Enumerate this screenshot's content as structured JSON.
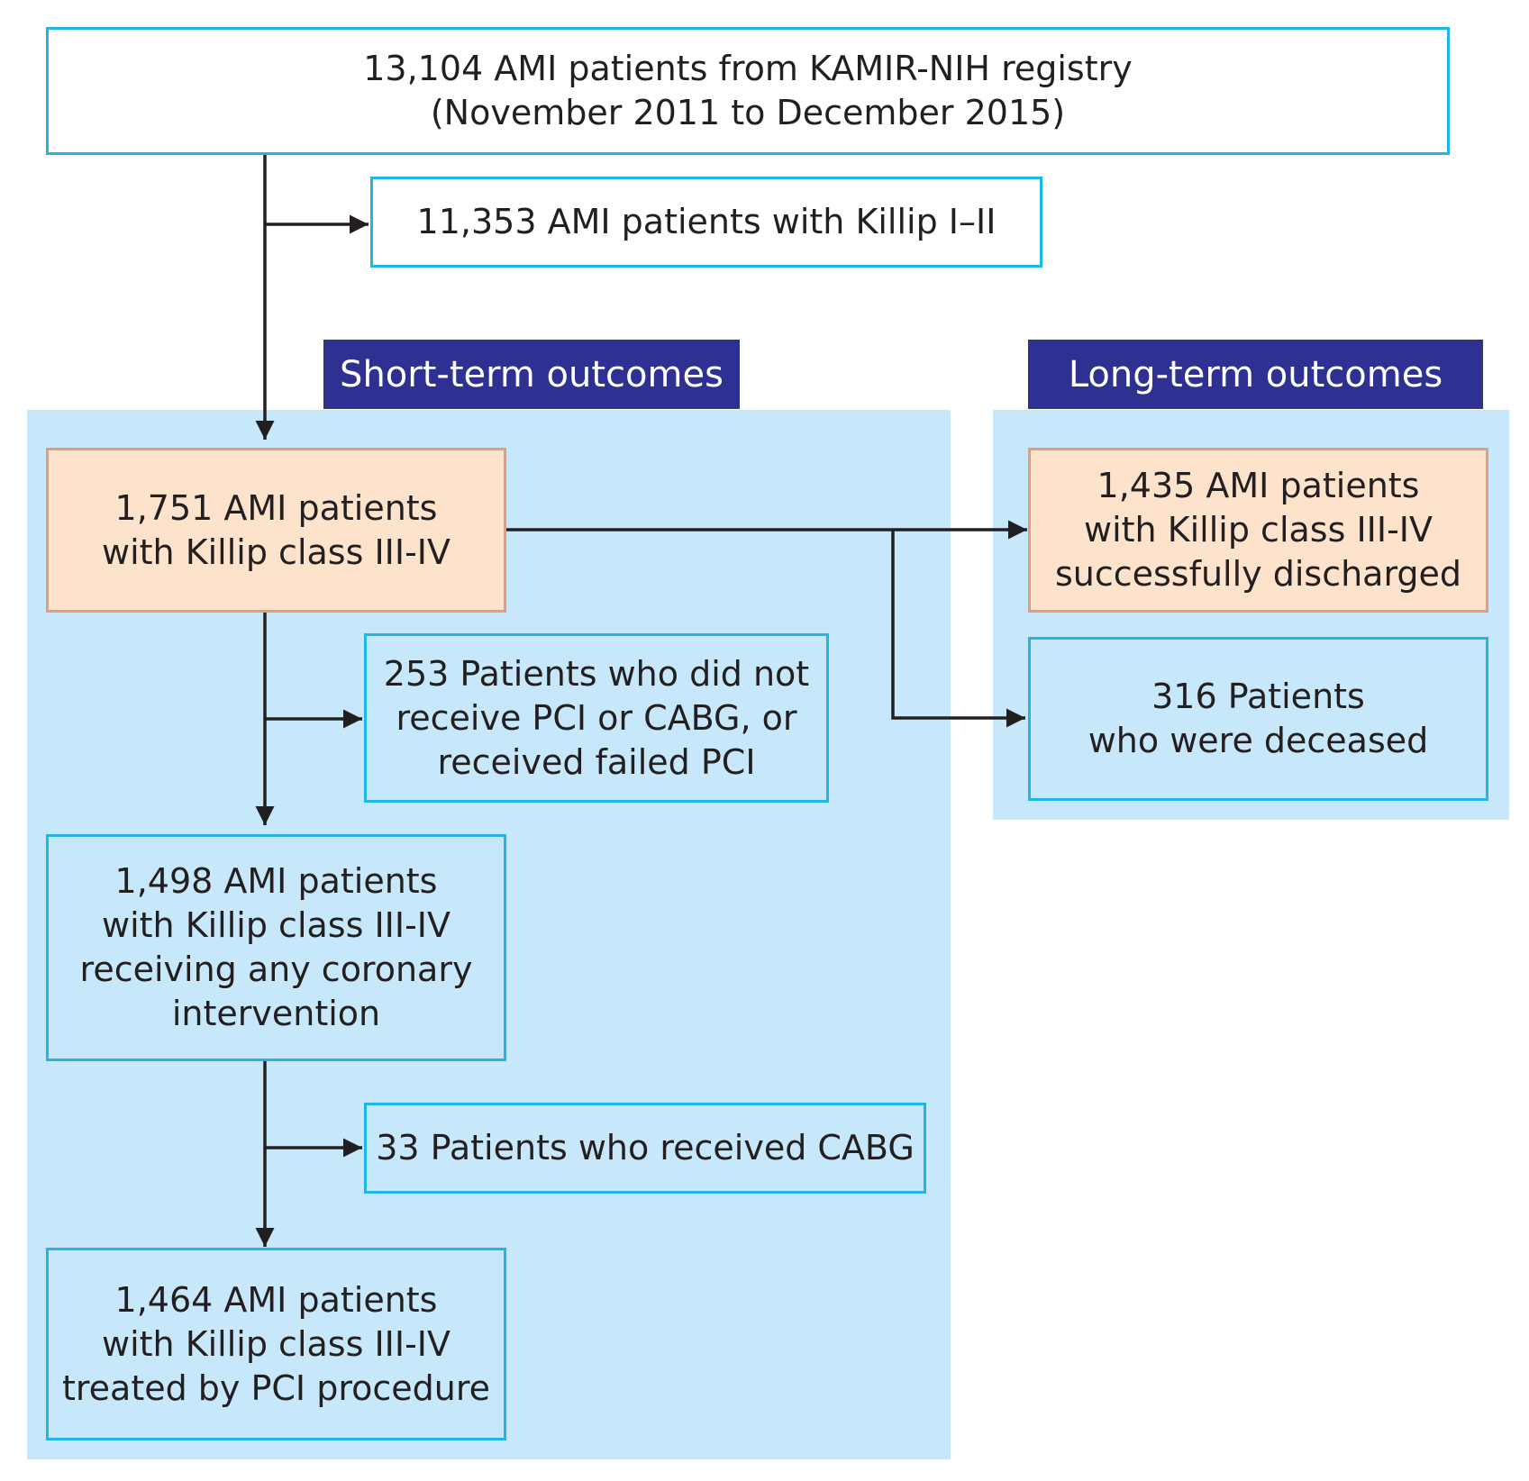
{
  "sections": {
    "short_term": "Short-term outcomes",
    "long_term": "Long-term outcomes"
  },
  "boxes": {
    "registry": {
      "lines": [
        "13,104 AMI patients from KAMIR-NIH registry",
        "(November 2011 to December 2015)"
      ]
    },
    "killip_i_ii": {
      "lines": [
        "11,353 AMI patients with Killip I–II"
      ]
    },
    "killip_iii_iv": {
      "lines": [
        "1,751 AMI patients",
        "with Killip class III-IV"
      ]
    },
    "no_pci": {
      "lines": [
        "253 Patients who did not",
        "receive PCI or CABG, or",
        "received failed PCI"
      ]
    },
    "intervention": {
      "lines": [
        "1,498 AMI patients",
        "with Killip class III-IV",
        "receiving any coronary",
        "intervention"
      ]
    },
    "cabg": {
      "lines": [
        "33 Patients who received CABG"
      ]
    },
    "pci": {
      "lines": [
        "1,464 AMI patients",
        "with Killip class III-IV",
        "treated by PCI procedure"
      ]
    },
    "discharged": {
      "lines": [
        "1,435 AMI patients",
        "with Killip class III-IV",
        "successfully discharged"
      ]
    },
    "deceased": {
      "lines": [
        "316 Patients",
        "who were deceased"
      ]
    }
  },
  "colors": {
    "box_border": "#1fb5e6",
    "panel_fill": "#c7e8fa",
    "header_fill": "#2e3192",
    "highlight_fill": "#fde3cb",
    "highlight_border": "#e29c80",
    "arrow": "#231f20"
  }
}
